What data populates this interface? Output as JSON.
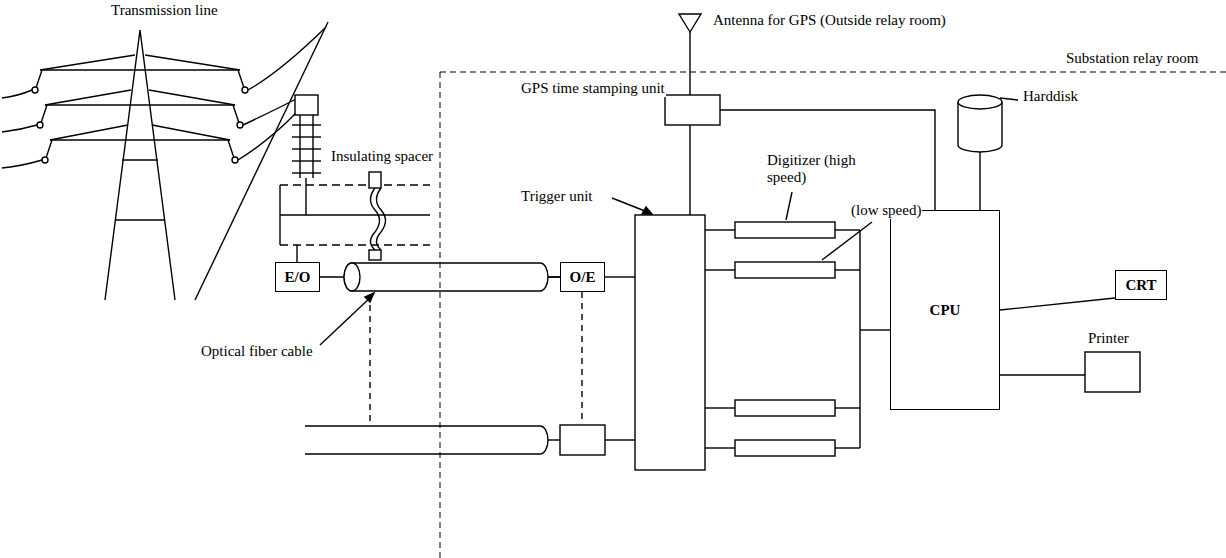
{
  "diagram": {
    "nodes": [
      {
        "text": [
          "E/O"
        ]
      },
      {
        "text": [
          "O/E"
        ]
      },
      {
        "text": [
          "CPU"
        ]
      },
      {
        "text": [
          "CRT"
        ]
      }
    ],
    "edges": [
      {
        "from": 0,
        "to": 1,
        "arrow": "none"
      },
      {
        "from": 2,
        "to": 3,
        "arrow": "none"
      }
    ],
    "labels": [
      "Transmission line",
      "Antenna for GPS (Outside relay room)",
      "Substation relay room",
      "Insulating spacer",
      "GPS time stamping unit",
      "Harddisk",
      "Trigger unit",
      "Digitizer (high speed)",
      "(low speed)",
      "Optical fiber cable",
      "Printer"
    ]
  }
}
